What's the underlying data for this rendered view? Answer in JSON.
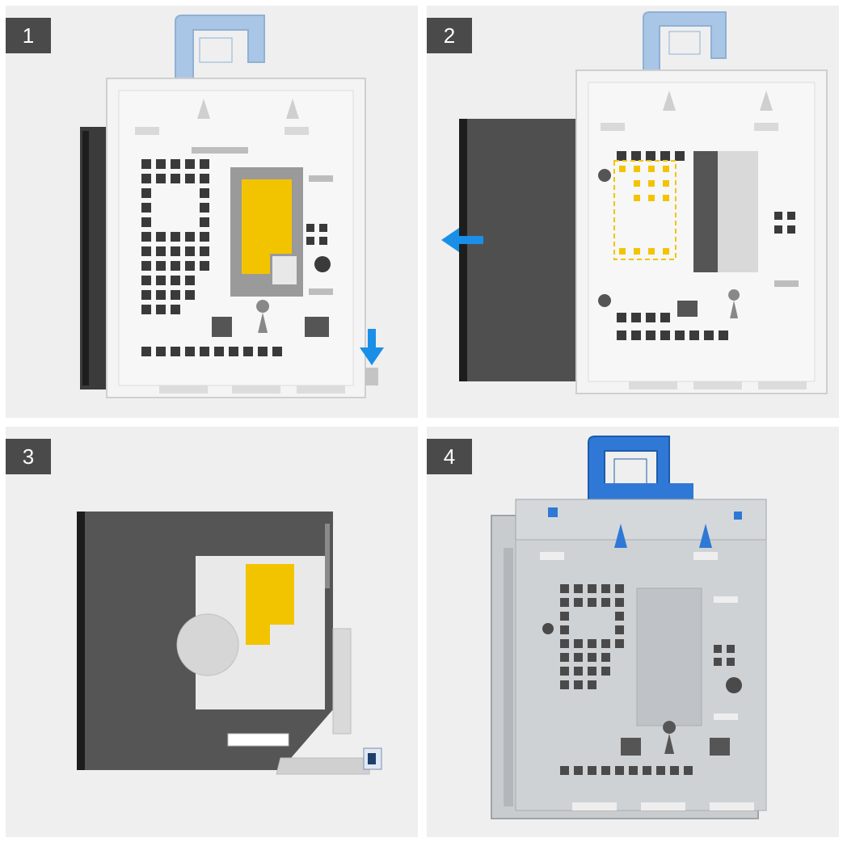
{
  "steps": [
    {
      "number": "1"
    },
    {
      "number": "2"
    },
    {
      "number": "3"
    },
    {
      "number": "4"
    }
  ],
  "colors": {
    "panel_bg": "#efefef",
    "badge_bg": "#4a4a4a",
    "arrow": "#1a8fe8",
    "latch_light": "#a9c6e6",
    "latch_blue": "#2f78d6",
    "cage_white": "#f4f4f4",
    "cage_metal": "#c9cccf",
    "drive_dark": "#555555",
    "label_yellow": "#f2c400"
  }
}
